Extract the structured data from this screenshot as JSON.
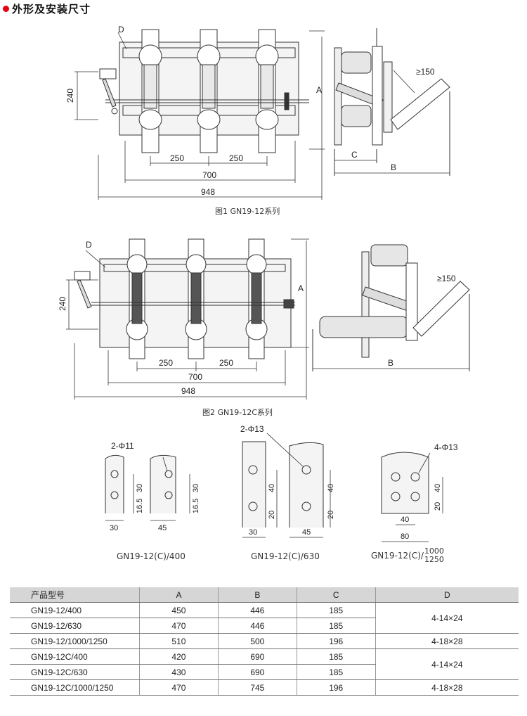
{
  "page": {
    "section_title": "外形及安装尺寸",
    "accent_color": "#e60012"
  },
  "figure1": {
    "caption": "图1 GN19-12系列",
    "labels": {
      "d": "D",
      "a": "A",
      "b": "B",
      "c": "C",
      "h": "240",
      "s1": "250",
      "s2": "250",
      "w1": "700",
      "w2": "948",
      "clear": "≥150"
    }
  },
  "figure2": {
    "caption": "图2 GN19-12C系列",
    "labels": {
      "d": "D",
      "a": "A",
      "b": "B",
      "h": "240",
      "s1": "250",
      "s2": "250",
      "w1": "700",
      "w2": "948",
      "clear": "≥150"
    }
  },
  "terminals": [
    {
      "caption": "GN19-12(C)/400",
      "holes": "2-Φ11",
      "dims": {
        "w1": "30",
        "w2": "45",
        "v1": "30",
        "v2": "16.5",
        "v3": "30",
        "v4": "16.5"
      }
    },
    {
      "caption": "GN19-12(C)/630",
      "holes": "2-Φ13",
      "dims": {
        "w1": "30",
        "w2": "45",
        "v1": "40",
        "v2": "20",
        "v3": "40",
        "v4": "20"
      }
    },
    {
      "caption_main": "GN19-12(C)/",
      "caption_top": "1000",
      "caption_bottom": "1250",
      "holes": "4-Φ13",
      "dims": {
        "w1": "40",
        "w2": "80",
        "v1": "40",
        "v2": "20"
      }
    }
  ],
  "table": {
    "headers": [
      "产品型号",
      "A",
      "B",
      "C",
      "D"
    ],
    "rows": [
      {
        "model": "GN19-12/400",
        "a": "450",
        "b": "446",
        "c": "185"
      },
      {
        "model": "GN19-12/630",
        "a": "470",
        "b": "446",
        "c": "185"
      },
      {
        "model": "GN19-12/1000/1250",
        "a": "510",
        "b": "500",
        "c": "196"
      },
      {
        "model": "GN19-12C/400",
        "a": "420",
        "b": "690",
        "c": "185"
      },
      {
        "model": "GN19-12C/630",
        "a": "430",
        "b": "690",
        "c": "185"
      },
      {
        "model": "GN19-12C/1000/1250",
        "a": "470",
        "b": "745",
        "c": "196"
      }
    ],
    "d_values": [
      "4-14×24",
      "4-18×28",
      "4-14×24",
      "4-18×28"
    ]
  }
}
